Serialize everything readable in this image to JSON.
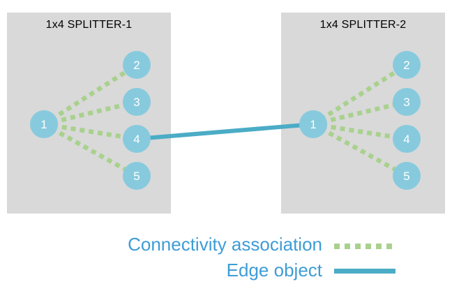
{
  "diagram": {
    "splitters": [
      {
        "title": "1x4 SPLITTER-1",
        "nodes": [
          {
            "label": "1"
          },
          {
            "label": "2"
          },
          {
            "label": "3"
          },
          {
            "label": "4"
          },
          {
            "label": "5"
          }
        ]
      },
      {
        "title": "1x4 SPLITTER-2",
        "nodes": [
          {
            "label": "1"
          },
          {
            "label": "2"
          },
          {
            "label": "3"
          },
          {
            "label": "4"
          },
          {
            "label": "5"
          }
        ]
      }
    ],
    "edge": {
      "from": "SPLITTER-1 node 4",
      "to": "SPLITTER-2 node 1"
    }
  },
  "legend": {
    "connectivity": {
      "label": "Connectivity association",
      "style": "dashed",
      "color": "#a9d18e"
    },
    "edge": {
      "label": "Edge object",
      "style": "solid",
      "color": "#4bacc6"
    }
  },
  "colors": {
    "box_background": "#d9d9d9",
    "node_fill": "#87cadd",
    "node_text": "#ffffff",
    "association_line": "#a9d18e",
    "edge_line": "#4bacc6",
    "legend_text": "#3e9cd6",
    "title_text": "#000000"
  }
}
